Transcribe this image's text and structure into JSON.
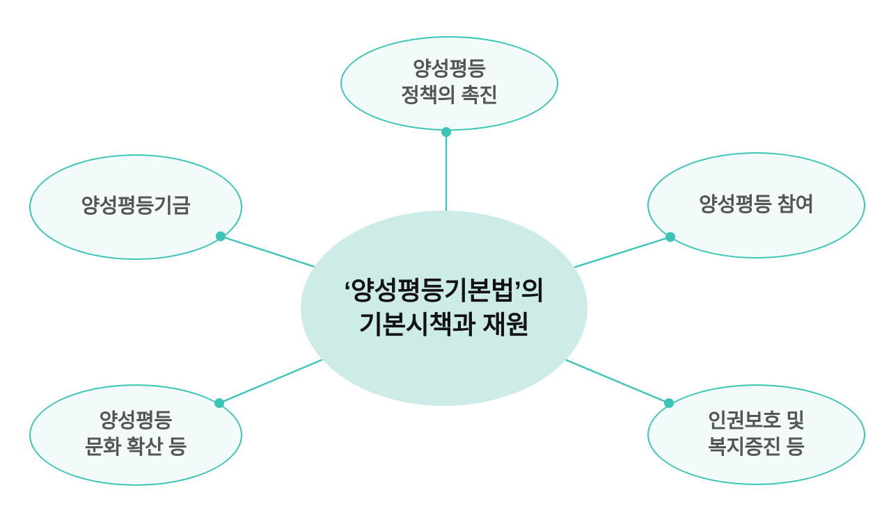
{
  "colors": {
    "accent": "#3ac5b8",
    "center-fill": "#cdece8",
    "node-fill": "#f2fbf9",
    "center-text": "#121212",
    "node-text": "#555558",
    "background": "#ffffff"
  },
  "center_node": {
    "label": "‘양성평등기본법’의\n기본시책과 재원"
  },
  "nodes": [
    {
      "id": "top",
      "label": "양성평등\n정책의 촉진"
    },
    {
      "id": "left-upper",
      "label": "양성평등기금"
    },
    {
      "id": "right-upper",
      "label": "양성평등 참여"
    },
    {
      "id": "left-lower",
      "label": "양성평등\n문화 확산 등"
    },
    {
      "id": "right-lower",
      "label": "인권보호 및\n복지증진 등"
    }
  ]
}
